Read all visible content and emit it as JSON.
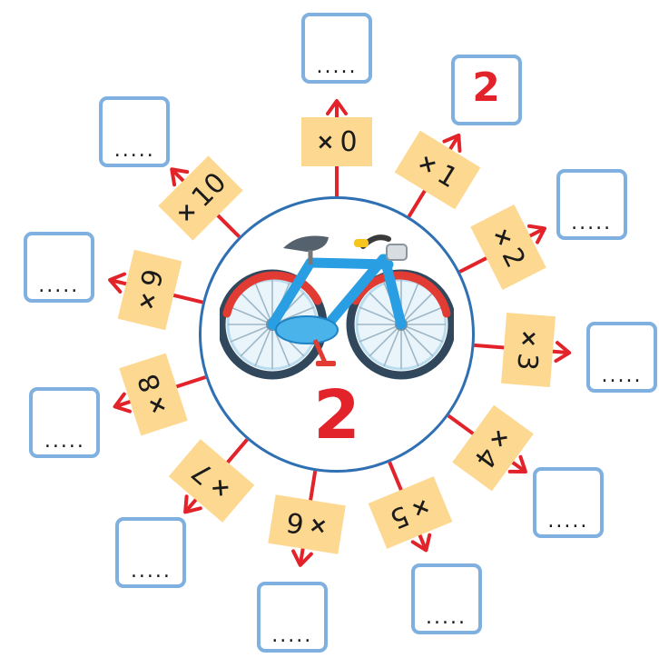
{
  "base_number": "2",
  "times_sign": "×",
  "placeholder_dots": ".....",
  "items": [
    {
      "multiplier": "0",
      "answer": ""
    },
    {
      "multiplier": "1",
      "answer": "2"
    },
    {
      "multiplier": "2",
      "answer": ""
    },
    {
      "multiplier": "3",
      "answer": ""
    },
    {
      "multiplier": "4",
      "answer": ""
    },
    {
      "multiplier": "5",
      "answer": ""
    },
    {
      "multiplier": "6",
      "answer": ""
    },
    {
      "multiplier": "7",
      "answer": ""
    },
    {
      "multiplier": "8",
      "answer": ""
    },
    {
      "multiplier": "9",
      "answer": ""
    },
    {
      "multiplier": "10",
      "answer": ""
    }
  ],
  "colors": {
    "arrow": "#e3232a",
    "label_fill": "#fdd891",
    "box_border": "#7fb0df",
    "circle_border": "#2f70b3",
    "base_number": "#e3232a"
  },
  "center_icon": "bicycle-icon"
}
